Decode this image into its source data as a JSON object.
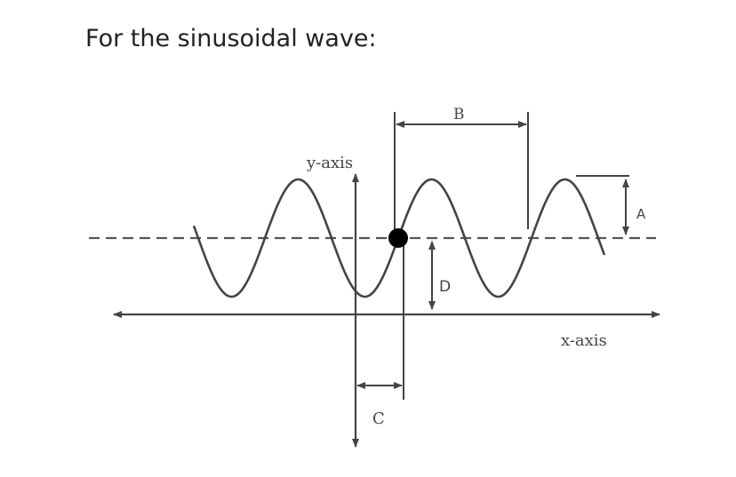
{
  "question": {
    "text": "For the sinusoidal wave:"
  },
  "diagram": {
    "labels": {
      "y_axis": "y-axis",
      "x_axis": "x-axis",
      "amplitude": "A",
      "period": "B",
      "phase_shift": "C",
      "vertical_shift": "D"
    },
    "colors": {
      "ink": "#444444",
      "text": "#222222",
      "point": "#000000"
    }
  }
}
